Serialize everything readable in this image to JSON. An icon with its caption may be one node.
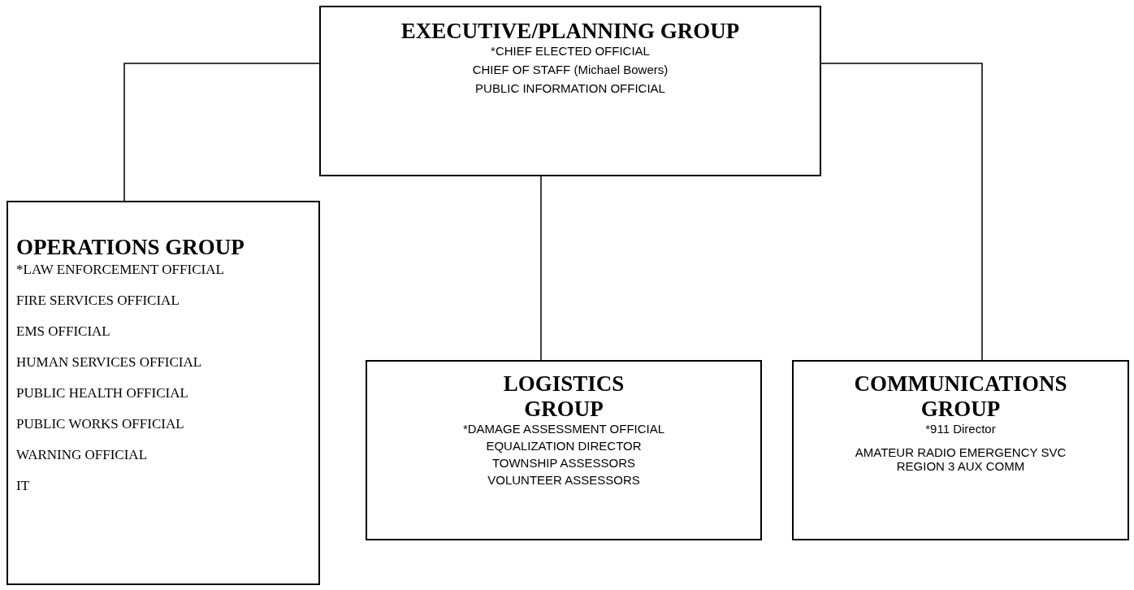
{
  "diagram": {
    "nodes": [
      {
        "text": [
          "EXECUTIVE/PLANNING GROUP",
          "*CHIEF ELECTED OFFICIAL",
          "CHIEF OF STAFF (Michael Bowers)",
          "PUBLIC INFORMATION OFFICIAL"
        ]
      },
      {
        "text": [
          "OPERATIONS GROUP",
          "*LAW ENFORCEMENT OFFICIAL",
          "FIRE SERVICES OFFICIAL",
          "EMS OFFICIAL",
          "HUMAN SERVICES OFFICIAL",
          "PUBLIC HEALTH OFFICIAL",
          "PUBLIC WORKS OFFICIAL",
          "WARNING OFFICIAL",
          "IT"
        ]
      },
      {
        "text": [
          "LOGISTICS GROUP",
          "*DAMAGE ASSESSMENT OFFICIAL",
          "EQUALIZATION DIRECTOR",
          "TOWNSHIP ASSESSORS",
          "VOLUNTEER ASSESSORS"
        ]
      },
      {
        "text": [
          "COMMUNICATIONS GROUP",
          "*911 Director",
          "AMATEUR RADIO EMERGENCY SVC REGION 3 AUX COMM"
        ]
      }
    ],
    "edges": [
      {
        "from": 0,
        "to": 1,
        "arrow": "none"
      },
      {
        "from": 0,
        "to": 2,
        "arrow": "none"
      },
      {
        "from": 0,
        "to": 3,
        "arrow": "none"
      }
    ]
  }
}
